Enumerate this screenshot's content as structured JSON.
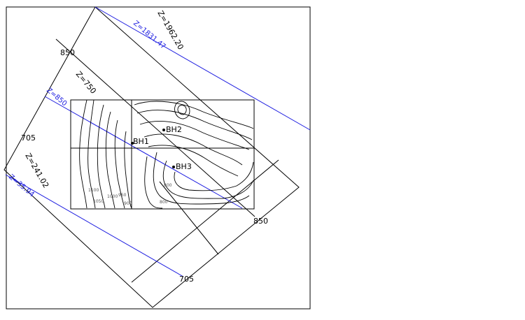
{
  "colors": {
    "frame": "#000000",
    "section_line": "#1c1ce0",
    "text": "#000000",
    "contour_label": "#555555"
  },
  "section_labels": {
    "z_1962": "Z=1962.20",
    "z_1831": "Z=1831.47",
    "z_750": "Z=750",
    "z_850": "Z=850",
    "z_241": "Z=241.02",
    "z_35": "Z=35.94"
  },
  "axis_labels": {
    "top_850": "850",
    "left_705": "705",
    "right_850": "850",
    "bottom_705": "705"
  },
  "boreholes": {
    "bh1": "BH1",
    "bh2": "BH2",
    "bh3": "BH3"
  },
  "contour_labels": {
    "c1": "1100",
    "c2": "1050",
    "c3": "1000",
    "c4": "950",
    "c5": "900",
    "c6": "800",
    "c7": "800"
  }
}
